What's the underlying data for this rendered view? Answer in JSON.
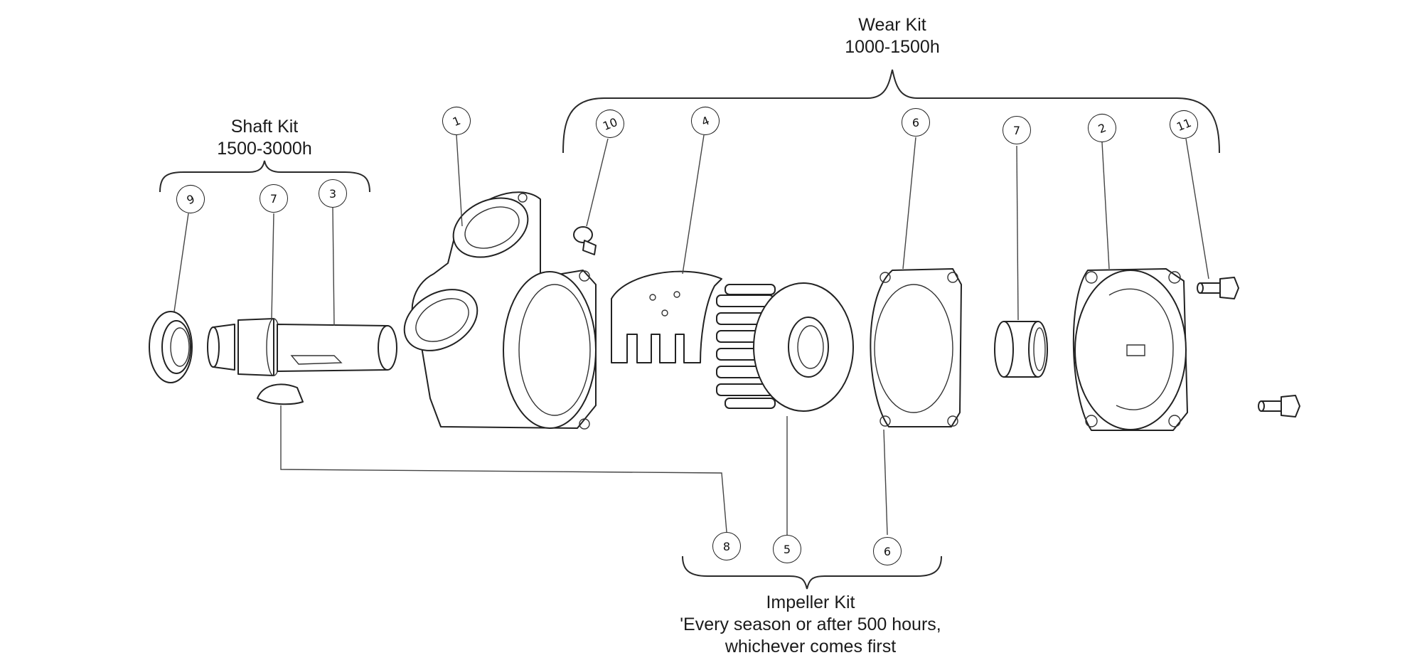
{
  "kits": {
    "wear": {
      "name": "Wear Kit",
      "interval": "1000-1500h"
    },
    "shaft": {
      "name": "Shaft Kit",
      "interval": "1500-3000h"
    },
    "impeller": {
      "name": "Impeller Kit",
      "note_line1": "'Every season or after 500 hours,",
      "note_line2": "whichever comes first"
    }
  },
  "callouts": {
    "pump_body": "1",
    "cover": "2",
    "shaft": "3",
    "cam": "4",
    "impeller": "5",
    "gasket_top": "6",
    "gasket_bottom": "6",
    "bearing_shaft": "7",
    "bearing_wear": "7",
    "key": "8",
    "seal": "9",
    "cam_screw": "10",
    "cover_screw": "11"
  }
}
